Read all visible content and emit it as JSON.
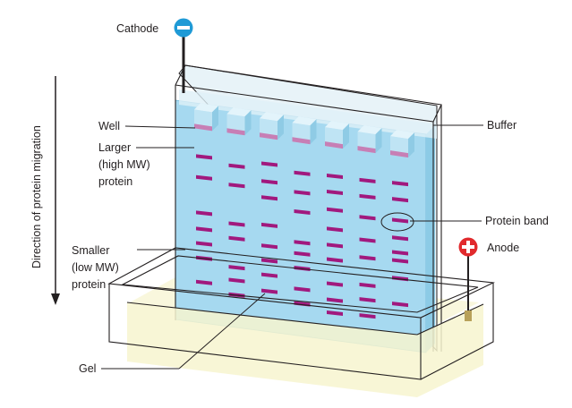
{
  "labels": {
    "cathode": "Cathode",
    "anode": "Anode",
    "buffer": "Buffer",
    "well": "Well",
    "larger_lines": [
      "Larger",
      "(high MW)",
      "protein"
    ],
    "smaller_lines": [
      "Smaller",
      "(low MW)",
      "protein"
    ],
    "protein_band": "Protein band",
    "gel": "Gel",
    "direction": "Direction of protein migration"
  },
  "icons": {
    "cathode": "minus-circle-icon",
    "anode": "plus-circle-icon"
  },
  "colors": {
    "gel": "#a6d9f0",
    "gel_dark": "#8ccbe6",
    "band": "#a1197e",
    "buffer_base": "#f7f4cf",
    "cathode": "#1f9ad6",
    "anode": "#e12a2d",
    "outline": "#231f20"
  },
  "lanes": [
    {
      "bands": [
        0.1,
        0.23,
        0.45,
        0.55,
        0.64,
        0.73,
        0.88
      ]
    },
    {
      "bands": [
        0.13,
        0.25,
        0.49,
        0.58,
        0.76,
        0.84,
        0.93
      ]
    },
    {
      "bands": [
        0.09,
        0.2,
        0.3,
        0.47,
        0.6,
        0.69,
        0.78,
        0.88
      ]
    },
    {
      "bands": [
        0.12,
        0.24,
        0.36,
        0.55,
        0.62,
        0.71,
        0.84,
        0.93
      ]
    },
    {
      "bands": [
        0.11,
        0.21,
        0.32,
        0.44,
        0.54,
        0.63,
        0.78,
        0.88,
        0.96
      ]
    },
    {
      "bands": [
        0.11,
        0.21,
        0.34,
        0.48,
        0.59,
        0.76,
        0.85,
        0.95
      ]
    },
    {
      "bands": [
        0.1,
        0.2,
        0.33,
        0.44,
        0.53,
        0.58,
        0.69,
        0.85
      ]
    }
  ]
}
